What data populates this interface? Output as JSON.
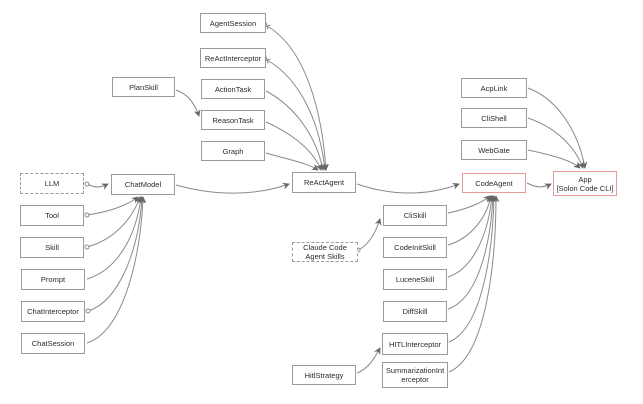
{
  "diagram": {
    "type": "flowchart",
    "nodes": {
      "llm": {
        "label": "LLM",
        "style": "dashed"
      },
      "tool": {
        "label": "Tool"
      },
      "skill": {
        "label": "Skill"
      },
      "prompt": {
        "label": "Prompt"
      },
      "chat_interceptor": {
        "label": "ChatInterceptor"
      },
      "chat_session": {
        "label": "ChatSession"
      },
      "chat_model": {
        "label": "ChatModel"
      },
      "plan_skill": {
        "label": "PlanSkill"
      },
      "agent_session": {
        "label": "AgentSession"
      },
      "react_interceptor": {
        "label": "ReActInterceptor"
      },
      "action_task": {
        "label": "ActionTask"
      },
      "reason_task": {
        "label": "ReasonTask"
      },
      "graph": {
        "label": "Graph"
      },
      "react_agent": {
        "label": "ReActAgent"
      },
      "claude_code_agent_skills": {
        "label": "Claude Code Agent Skills",
        "style": "dashed"
      },
      "hitl_strategy": {
        "label": "HitlStrategy"
      },
      "cli_skill": {
        "label": "CliSkill"
      },
      "code_init_skill": {
        "label": "CodeInitSkill"
      },
      "lucene_skill": {
        "label": "LuceneSkill"
      },
      "diff_skill": {
        "label": "DiffSkill"
      },
      "hitl_interceptor": {
        "label": "HITLInterceptor"
      },
      "summarization_interceptor": {
        "label": "SummarizationInterceptor"
      },
      "code_agent": {
        "label": "CodeAgent",
        "highlight": true
      },
      "acp_link": {
        "label": "AcpLink"
      },
      "cli_shell": {
        "label": "CliShell"
      },
      "web_gate": {
        "label": "WebGate"
      },
      "app": {
        "label": "App",
        "sublabel": "[Solon Code CLI]",
        "highlight": true
      }
    },
    "edges": [
      {
        "from": "LLM",
        "to": "ChatModel",
        "start_marker": "circle"
      },
      {
        "from": "Tool",
        "to": "ChatModel",
        "start_marker": "circle"
      },
      {
        "from": "Skill",
        "to": "ChatModel",
        "start_marker": "circle"
      },
      {
        "from": "Prompt",
        "to": "ChatModel",
        "start_marker": "none"
      },
      {
        "from": "ChatInterceptor",
        "to": "ChatModel",
        "start_marker": "circle"
      },
      {
        "from": "ChatSession",
        "to": "ChatModel",
        "start_marker": "none"
      },
      {
        "from": "ChatModel",
        "to": "ReActAgent",
        "start_marker": "none"
      },
      {
        "from": "PlanSkill",
        "to": "ReasonTask",
        "start_marker": "none"
      },
      {
        "from": "AgentSession",
        "to": "ReActAgent",
        "start_marker": "cross"
      },
      {
        "from": "ReActInterceptor",
        "to": "ReActAgent",
        "start_marker": "cross"
      },
      {
        "from": "ActionTask",
        "to": "ReActAgent",
        "start_marker": "none"
      },
      {
        "from": "ReasonTask",
        "to": "ReActAgent",
        "start_marker": "none"
      },
      {
        "from": "Graph",
        "to": "ReActAgent",
        "start_marker": "none"
      },
      {
        "from": "ReActAgent",
        "to": "CodeAgent",
        "start_marker": "none"
      },
      {
        "from": "Claude Code Agent Skills",
        "to": "CliSkill",
        "start_marker": "circle"
      },
      {
        "from": "CliSkill",
        "to": "CodeAgent",
        "start_marker": "none"
      },
      {
        "from": "CodeInitSkill",
        "to": "CodeAgent",
        "start_marker": "none"
      },
      {
        "from": "LuceneSkill",
        "to": "CodeAgent",
        "start_marker": "none"
      },
      {
        "from": "DiffSkill",
        "to": "CodeAgent",
        "start_marker": "none"
      },
      {
        "from": "HITLInterceptor",
        "to": "CodeAgent",
        "start_marker": "none"
      },
      {
        "from": "SummarizationInterceptor",
        "to": "CodeAgent",
        "start_marker": "none"
      },
      {
        "from": "HitlStrategy",
        "to": "HITLInterceptor",
        "start_marker": "none"
      },
      {
        "from": "AcpLink",
        "to": "App",
        "start_marker": "none"
      },
      {
        "from": "CliShell",
        "to": "App",
        "start_marker": "none"
      },
      {
        "from": "WebGate",
        "to": "App",
        "start_marker": "none"
      },
      {
        "from": "CodeAgent",
        "to": "App",
        "start_marker": "none"
      }
    ],
    "colors": {
      "background": "#ffffff",
      "box_border": "#9a9a9a",
      "highlight_border": "#e89a98",
      "edge": "#8a8a8a",
      "arrowhead": "#666666",
      "text": "#2b2b2b"
    }
  }
}
